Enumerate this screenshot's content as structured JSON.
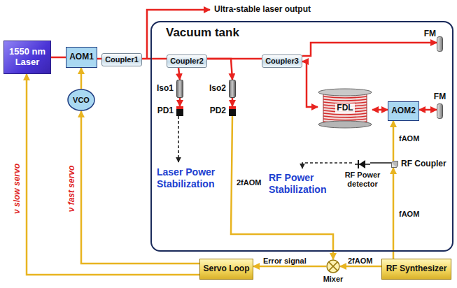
{
  "diagram": {
    "nodes": [
      {
        "text": [
          "1550 nm Laser"
        ]
      },
      {
        "text": [
          "AOM1"
        ]
      },
      {
        "text": [
          "VCO"
        ]
      },
      {
        "text": [
          "Coupler1"
        ]
      },
      {
        "text": [
          "Vacuum tank"
        ]
      },
      {
        "text": [
          "Coupler2"
        ],
        "in": 4
      },
      {
        "text": [
          "Coupler3"
        ],
        "in": 4
      },
      {
        "text": [
          "FM"
        ],
        "in": 4
      },
      {
        "text": [
          "Iso1"
        ],
        "in": 4
      },
      {
        "text": [
          "Iso2"
        ],
        "in": 4
      },
      {
        "text": [
          "FDL"
        ],
        "in": 4
      },
      {
        "text": [
          "AOM2"
        ],
        "in": 4
      },
      {
        "text": [
          "FM"
        ],
        "in": 4
      },
      {
        "text": [
          "PD1"
        ],
        "in": 4
      },
      {
        "text": [
          "PD2"
        ],
        "in": 4
      },
      {
        "text": [
          "RF Coupler"
        ],
        "in": 4
      },
      {
        "text": [
          "RF Power detector"
        ],
        "in": 4
      },
      {
        "text": [
          "Servo Loop"
        ]
      },
      {
        "text": [
          "Mixer"
        ]
      },
      {
        "text": [
          "RF Synthesizer"
        ]
      }
    ],
    "edges": [
      {
        "from": 0,
        "to": 1,
        "arrow": "none"
      },
      {
        "from": 1,
        "to": 3,
        "arrow": "none"
      },
      {
        "from": 3,
        "to": 5,
        "arrow": "none"
      },
      {
        "from": 5,
        "to": 6,
        "arrow": "none"
      },
      {
        "from": 5,
        "to": 8,
        "arrow": "to"
      },
      {
        "from": 8,
        "to": 13,
        "arrow": "to"
      },
      {
        "from": 5,
        "to": 9,
        "arrow": "to"
      },
      {
        "from": 9,
        "to": 14,
        "arrow": "to"
      },
      {
        "from": 6,
        "to": 7,
        "arrow": "to"
      },
      {
        "from": 6,
        "to": 10,
        "arrow": "both"
      },
      {
        "from": 10,
        "to": 11,
        "arrow": "both"
      },
      {
        "from": 11,
        "to": 12,
        "arrow": "both"
      },
      {
        "from": 14,
        "to": 18,
        "arrow": "to",
        "label": "2fAOM"
      },
      {
        "from": 19,
        "to": 18,
        "arrow": "to",
        "label": "2fAOM"
      },
      {
        "from": 18,
        "to": 17,
        "arrow": "to",
        "label": "Error signal"
      },
      {
        "from": 17,
        "to": 0,
        "arrow": "to",
        "label": "ν slow servo"
      },
      {
        "from": 17,
        "to": 2,
        "arrow": "to",
        "label": "ν fast servo"
      },
      {
        "from": 2,
        "to": 1,
        "arrow": "to"
      },
      {
        "from": 19,
        "to": 15,
        "arrow": "to",
        "label": "fAOM"
      },
      {
        "from": 15,
        "to": 11,
        "arrow": "to",
        "label": "fAOM"
      },
      {
        "from": 15,
        "to": 16,
        "arrow": "none"
      }
    ],
    "labels": [
      "Ultra-stable laser output",
      "Laser Power Stabilization",
      "RF Power Stabilization"
    ]
  }
}
